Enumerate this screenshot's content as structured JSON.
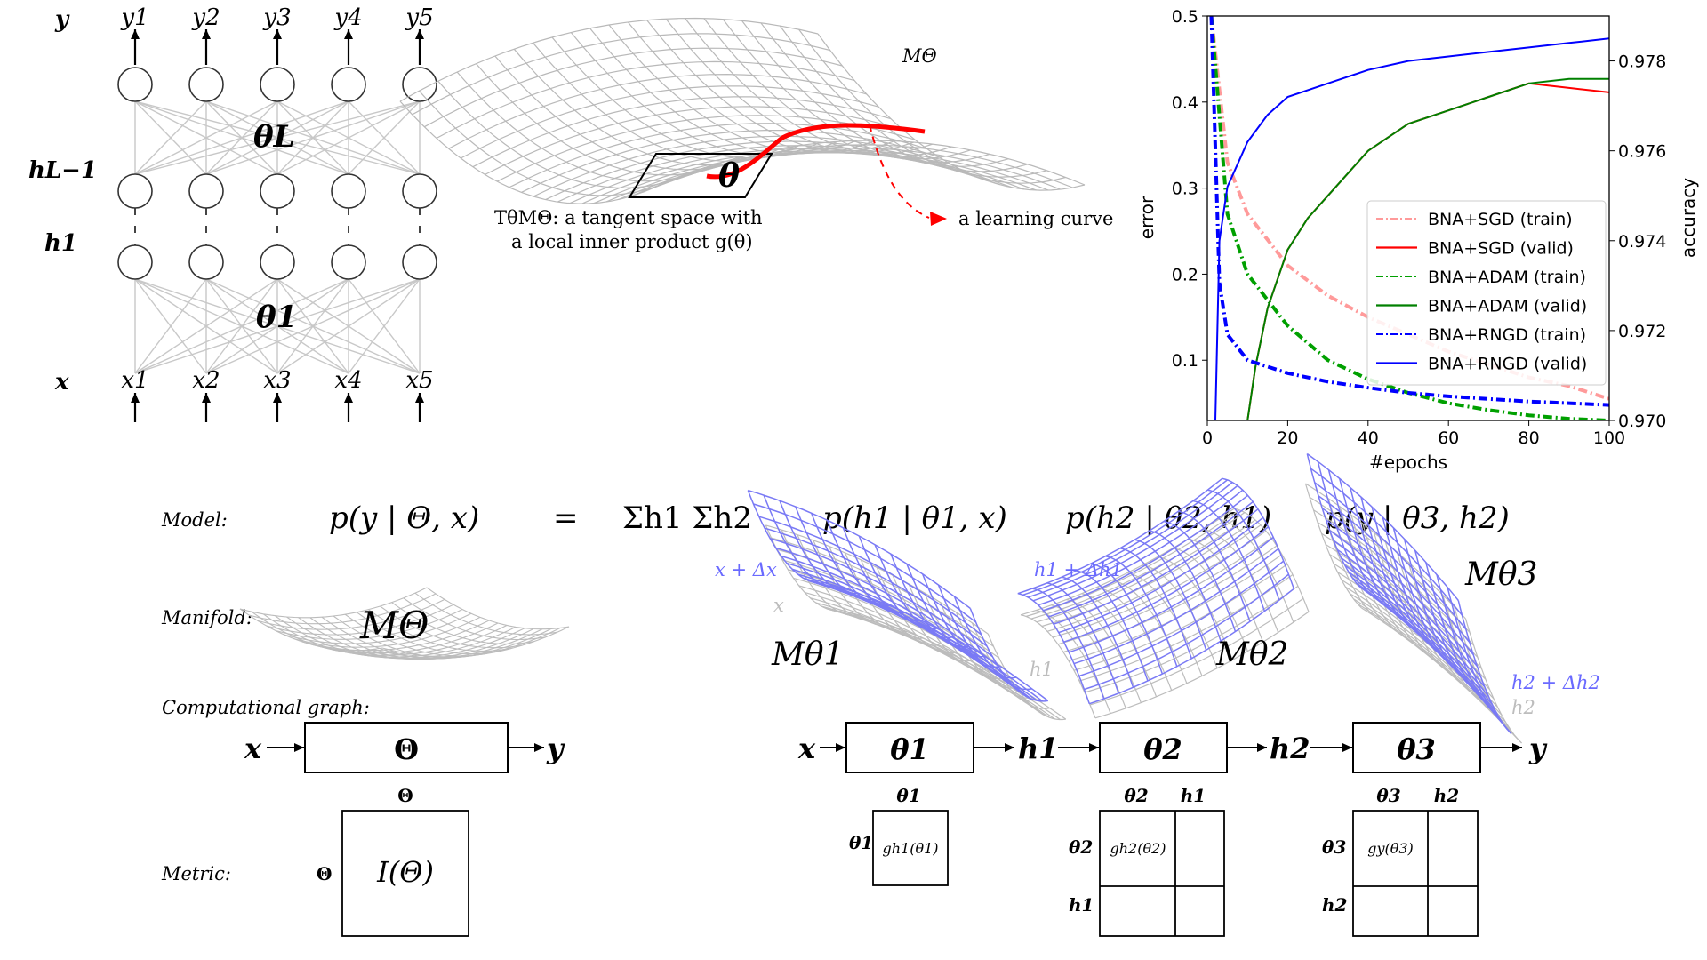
{
  "network": {
    "output_label": "y",
    "outputs": [
      "y1",
      "y2",
      "y3",
      "y4",
      "y5"
    ],
    "inputs": [
      "x1",
      "x2",
      "x3",
      "x4",
      "x5"
    ],
    "layer_labels": {
      "top_hidden": "hL−1",
      "first_hidden": "h1",
      "input": "x"
    },
    "weight_labels": {
      "top": "θL",
      "bottom": "θ1"
    }
  },
  "manifold_illustration": {
    "manifold_label": "MΘ",
    "theta_label": "θ",
    "tangent_text_line1": "TθMΘ: a tangent space with",
    "tangent_text_line2": "a local inner product g(θ)",
    "curve_label": "a learning curve"
  },
  "chart_data": {
    "type": "line",
    "xlabel": "#epochs",
    "ylabel_left": "error",
    "ylabel_right": "accuracy",
    "xlim": [
      0,
      100
    ],
    "ylim_left": [
      0.03,
      0.5
    ],
    "ylim_right": [
      0.97,
      0.979
    ],
    "x_ticks": [
      0,
      20,
      40,
      60,
      80,
      100
    ],
    "y_ticks_left": [
      0.1,
      0.2,
      0.3,
      0.4,
      0.5
    ],
    "y_ticks_right": [
      0.97,
      0.972,
      0.974,
      0.976,
      0.978
    ],
    "legend_position": "center-right",
    "series": [
      {
        "name": "BNA+SGD (train)",
        "axis": "left",
        "style": "dashdot",
        "color": "#ff9a9a",
        "x": [
          1,
          5,
          10,
          20,
          30,
          40,
          50,
          60,
          70,
          80,
          90,
          100
        ],
        "y": [
          0.5,
          0.33,
          0.27,
          0.21,
          0.175,
          0.15,
          0.13,
          0.11,
          0.095,
          0.08,
          0.07,
          0.055
        ]
      },
      {
        "name": "BNA+SGD (valid)",
        "axis": "right",
        "style": "solid",
        "color": "#ff0000",
        "x": [
          10,
          12,
          15,
          20,
          25,
          30,
          40,
          50,
          60,
          70,
          80,
          90,
          100
        ],
        "y": [
          0.97,
          0.9712,
          0.9725,
          0.9738,
          0.9745,
          0.975,
          0.976,
          0.9766,
          0.9769,
          0.9772,
          0.9775,
          0.9774,
          0.9773
        ]
      },
      {
        "name": "BNA+ADAM (train)",
        "axis": "left",
        "style": "dashdot",
        "color": "#00a000",
        "x": [
          1,
          5,
          10,
          20,
          30,
          40,
          50,
          60,
          70,
          80,
          90,
          100
        ],
        "y": [
          0.5,
          0.27,
          0.2,
          0.14,
          0.1,
          0.078,
          0.062,
          0.05,
          0.042,
          0.036,
          0.032,
          0.03
        ]
      },
      {
        "name": "BNA+ADAM (valid)",
        "axis": "right",
        "style": "solid",
        "color": "#008000",
        "x": [
          10,
          12,
          15,
          20,
          25,
          30,
          40,
          50,
          60,
          70,
          80,
          90,
          100
        ],
        "y": [
          0.97,
          0.9712,
          0.9725,
          0.9738,
          0.9745,
          0.975,
          0.976,
          0.9766,
          0.9769,
          0.9772,
          0.9775,
          0.9776,
          0.9776
        ]
      },
      {
        "name": "BNA+RNGD (train)",
        "axis": "left",
        "style": "dashdot",
        "color": "#0000ff",
        "x": [
          1,
          3,
          5,
          10,
          20,
          30,
          40,
          50,
          60,
          70,
          80,
          90,
          100
        ],
        "y": [
          0.5,
          0.19,
          0.13,
          0.1,
          0.085,
          0.075,
          0.068,
          0.062,
          0.058,
          0.055,
          0.052,
          0.05,
          0.048
        ]
      },
      {
        "name": "BNA+RNGD (valid)",
        "axis": "right",
        "style": "solid",
        "color": "#0000ff",
        "x": [
          2,
          3,
          5,
          8,
          10,
          15,
          20,
          30,
          40,
          50,
          60,
          70,
          80,
          90,
          100
        ],
        "y": [
          0.97,
          0.974,
          0.9752,
          0.9758,
          0.9762,
          0.9768,
          0.9772,
          0.9775,
          0.9778,
          0.978,
          0.9781,
          0.9782,
          0.9783,
          0.9784,
          0.9785
        ]
      }
    ]
  },
  "bottom_diagram": {
    "row_labels": {
      "model": "Model:",
      "manifold": "Manifold:",
      "graph": "Computational graph:",
      "metric": "Metric:"
    },
    "model_formula": "p(y | Θ, x)",
    "equals": "=",
    "sums": "Σh1 Σh2",
    "factors": [
      "p(h1 | θ1, x)",
      "p(h2 | θ2, h1)",
      "p(y | θ3, h2)"
    ],
    "manifold_labels": {
      "full": "MΘ",
      "m1": "Mθ1",
      "m2": "Mθ2",
      "m3": "Mθ3"
    },
    "perturb_labels": {
      "x_plus": "x + Δx",
      "x": "x",
      "h1_plus": "h1 + Δh1",
      "h1": "h1",
      "h2_plus": "h2 + Δh2",
      "h2": "h2"
    },
    "graph": {
      "x": "x",
      "y": "y",
      "Theta": "Θ",
      "theta1": "θ1",
      "theta2": "θ2",
      "theta3": "θ3",
      "h1": "h1",
      "h2": "h2"
    },
    "metric": {
      "full_row": "Θ",
      "full_col": "Θ",
      "full_cell": "I(Θ)",
      "b1_col": "θ1",
      "b1_row": "θ1",
      "b1_cell": "gh1(θ1)",
      "b2_cols": [
        "θ2",
        "h1"
      ],
      "b2_rows": [
        "θ2",
        "h1"
      ],
      "b2_cell": "gh2(θ2)",
      "b3_cols": [
        "θ3",
        "h2"
      ],
      "b3_rows": [
        "θ3",
        "h2"
      ],
      "b3_cell": "gy(θ3)"
    }
  },
  "colors": {
    "red": "#ff0000",
    "green": "#008000",
    "blue": "#0000ff",
    "mesh_gray": "#b8b8b8",
    "mesh_blue": "#7070f0"
  }
}
